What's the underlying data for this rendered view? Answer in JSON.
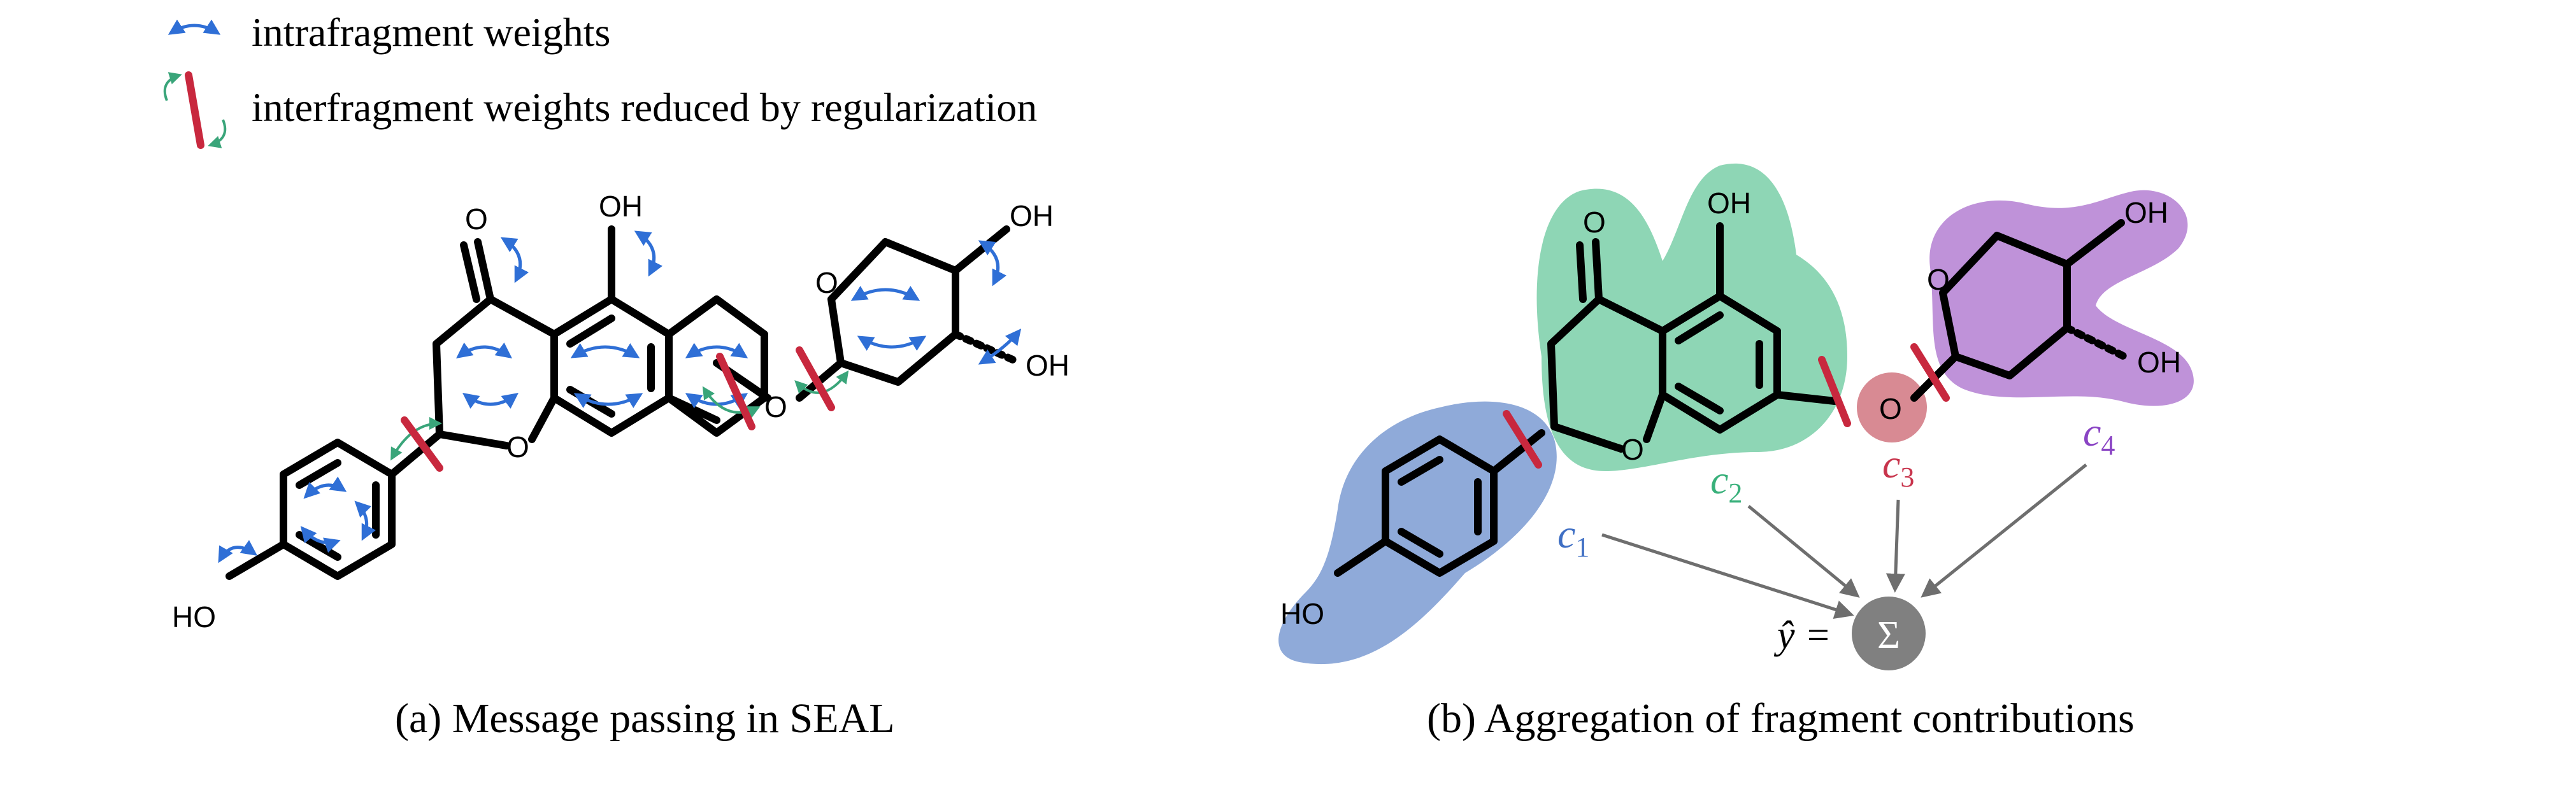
{
  "legend": {
    "intra_label": "intrafragment weights",
    "inter_label": "interfragment weights reduced by regularization"
  },
  "panel_a": {
    "caption": "(a) Message passing in SEAL"
  },
  "panel_b": {
    "caption": "(b) Aggregation of fragment contributions",
    "fragments": [
      {
        "var": "c",
        "sub": "1",
        "color": "#3f6fc4"
      },
      {
        "var": "c",
        "sub": "2",
        "color": "#38b07a"
      },
      {
        "var": "c",
        "sub": "3",
        "color": "#c8344c"
      },
      {
        "var": "c",
        "sub": "4",
        "color": "#8a44c4"
      }
    ],
    "yhat": "ŷ =",
    "sum_symbol": "Σ"
  },
  "atoms": {
    "O": "O",
    "OH": "OH",
    "HO": "HO"
  },
  "colors": {
    "blue_fill": "#8faad9",
    "green_fill": "#8ed6b5",
    "red_fill": "#d88a93",
    "purple_fill": "#bf92d9",
    "sum_fill": "#808080",
    "cut_red": "#c8283e",
    "intra_arrow": "#2f6fd6",
    "inter_arrow": "#3aa57a"
  }
}
